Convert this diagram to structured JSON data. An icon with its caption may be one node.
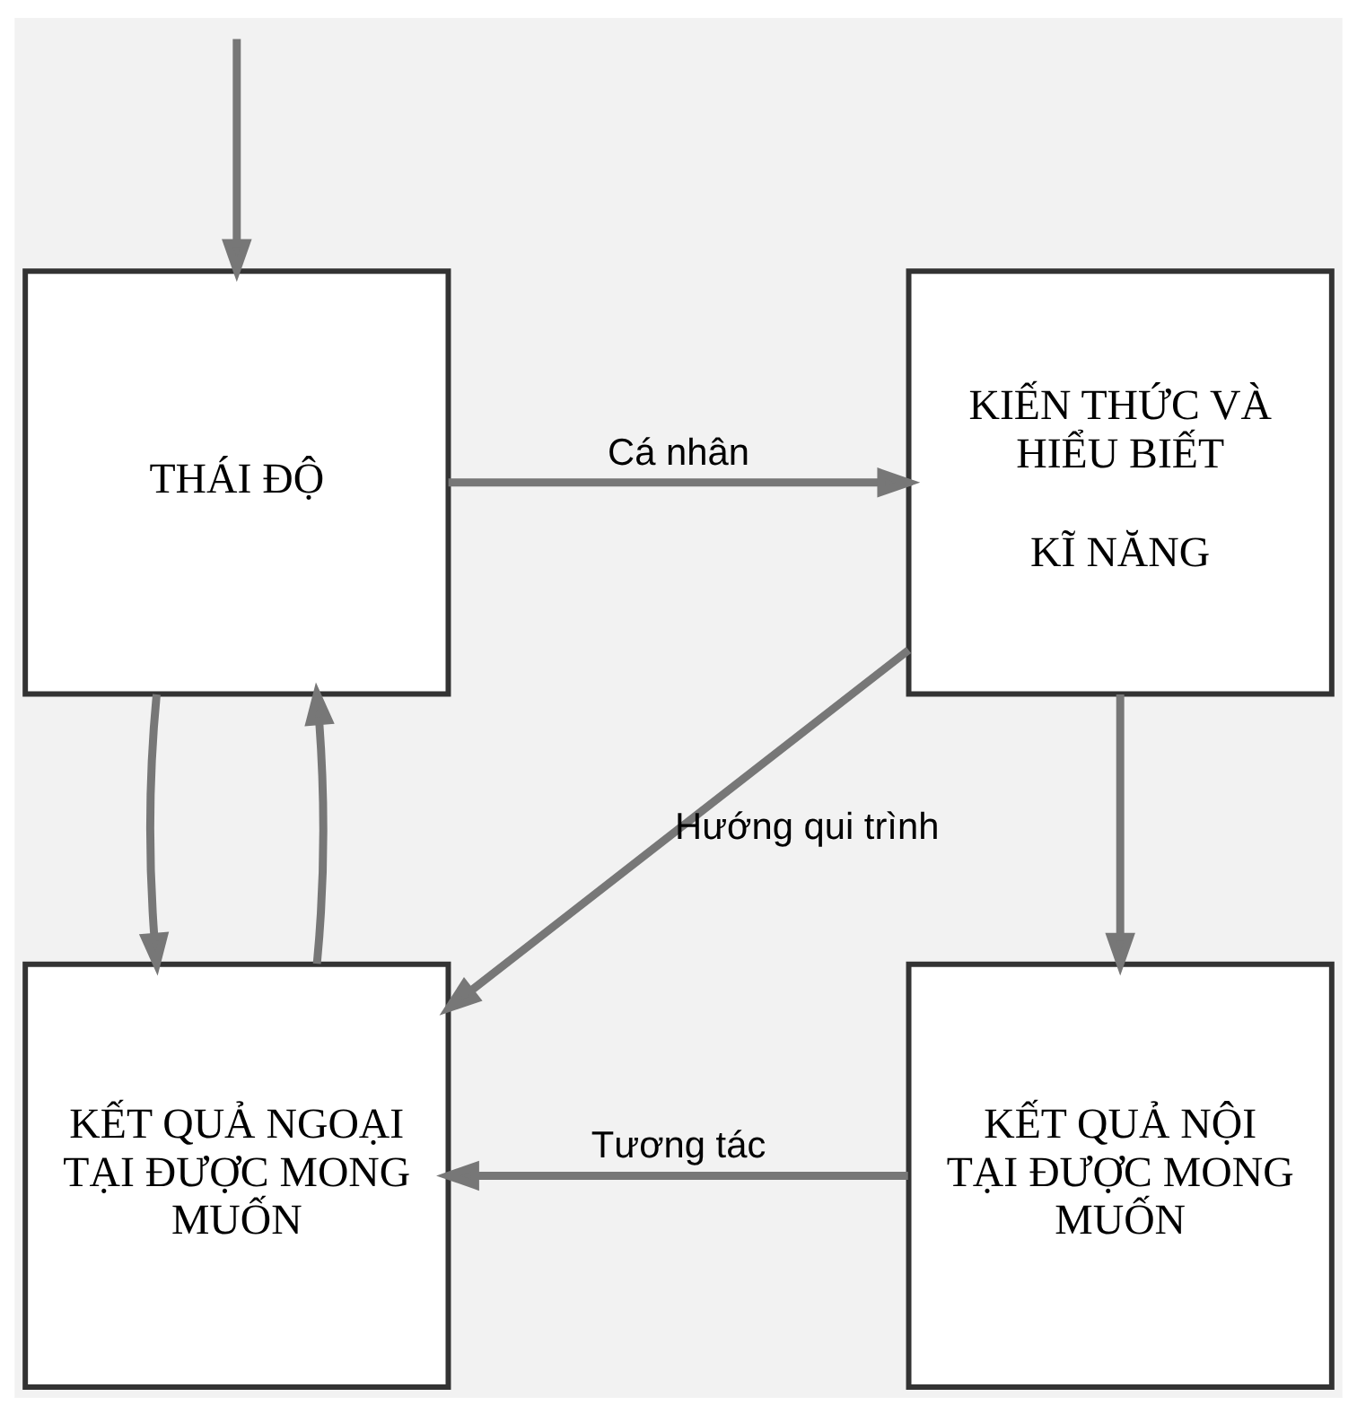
{
  "diagram": {
    "nodes": [
      {
        "text": [
          "THÁI ĐỘ"
        ]
      },
      {
        "text": [
          "KIẾN THỨC VÀ HIỂU BIẾT",
          "KĨ NĂNG"
        ]
      },
      {
        "text": [
          "KẾT QUẢ NGOẠI TẠI ĐƯỢC MONG MUỐN"
        ]
      },
      {
        "text": [
          "KẾT QUẢ NỘI TẠI ĐƯỢC MONG MUỐN"
        ]
      }
    ],
    "edges": [
      {
        "from": null,
        "to": 0,
        "arrow": "to"
      },
      {
        "from": 0,
        "to": 1,
        "arrow": "to",
        "label": "Cá nhân"
      },
      {
        "from": 1,
        "to": 3,
        "arrow": "to"
      },
      {
        "from": 3,
        "to": 2,
        "arrow": "to",
        "label": "Tương tác"
      },
      {
        "from": 2,
        "to": 0,
        "arrow": "to"
      },
      {
        "from": 0,
        "to": 2,
        "arrow": "to"
      },
      {
        "from": 1,
        "to": 2,
        "arrow": "to",
        "label": "Hướng qui trình"
      }
    ]
  }
}
